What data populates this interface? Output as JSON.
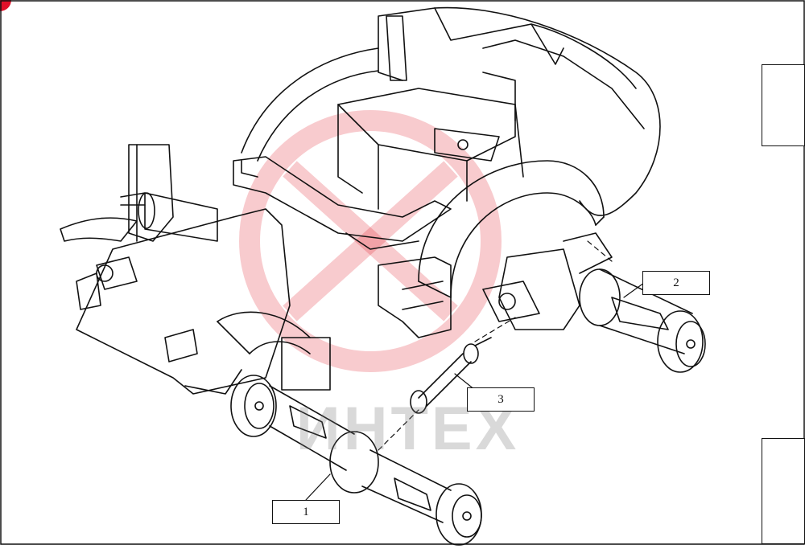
{
  "diagram": {
    "callouts": [
      {
        "id": "1",
        "label": "1"
      },
      {
        "id": "2",
        "label": "2"
      },
      {
        "id": "3",
        "label": "3"
      }
    ],
    "watermark": {
      "text": "ИНТЕХ",
      "color": "#e01020"
    },
    "accent_color": "#e0102a"
  }
}
